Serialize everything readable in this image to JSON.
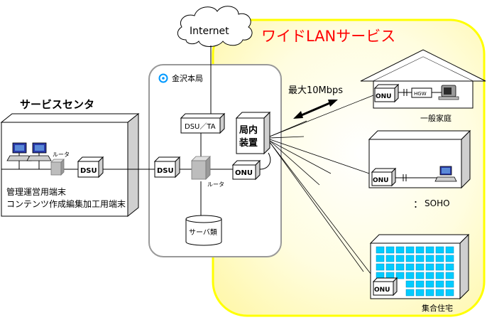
{
  "cloud_label": "Internet",
  "wide_lan_title": "ワイドLANサービス",
  "service_center": {
    "title": "サービスセンタ",
    "router_label": "ルータ",
    "dsu_label": "DSU",
    "terminal_line1": "管理運営用端末",
    "terminal_line2": "コンテンツ作成編集加工用端末"
  },
  "office": {
    "title": "金沢本局",
    "dsu_ta_label": "DSU／TA",
    "dsu_label": "DSU",
    "router_label": "ルータ",
    "onu_label": "ONU",
    "server_label": "サーバ類",
    "station_line1": "局内",
    "station_line2": "装置"
  },
  "speed_label": "最大10Mbps",
  "home": {
    "onu_label": "ONU",
    "hgw_label": "HGW",
    "caption": "一般家庭"
  },
  "soho": {
    "onu_label": "ONU",
    "caption": "SOHO",
    "dots": "："
  },
  "apartment": {
    "onu_label": "ONU",
    "caption": "集合住宅"
  },
  "colors": {
    "wide_lan_fill": "#fffbc8",
    "wide_lan_border": "#ffff00",
    "title_red": "#ff0000",
    "window_cyan": "#00ccff",
    "pc_blue": "#2a3aa8"
  }
}
